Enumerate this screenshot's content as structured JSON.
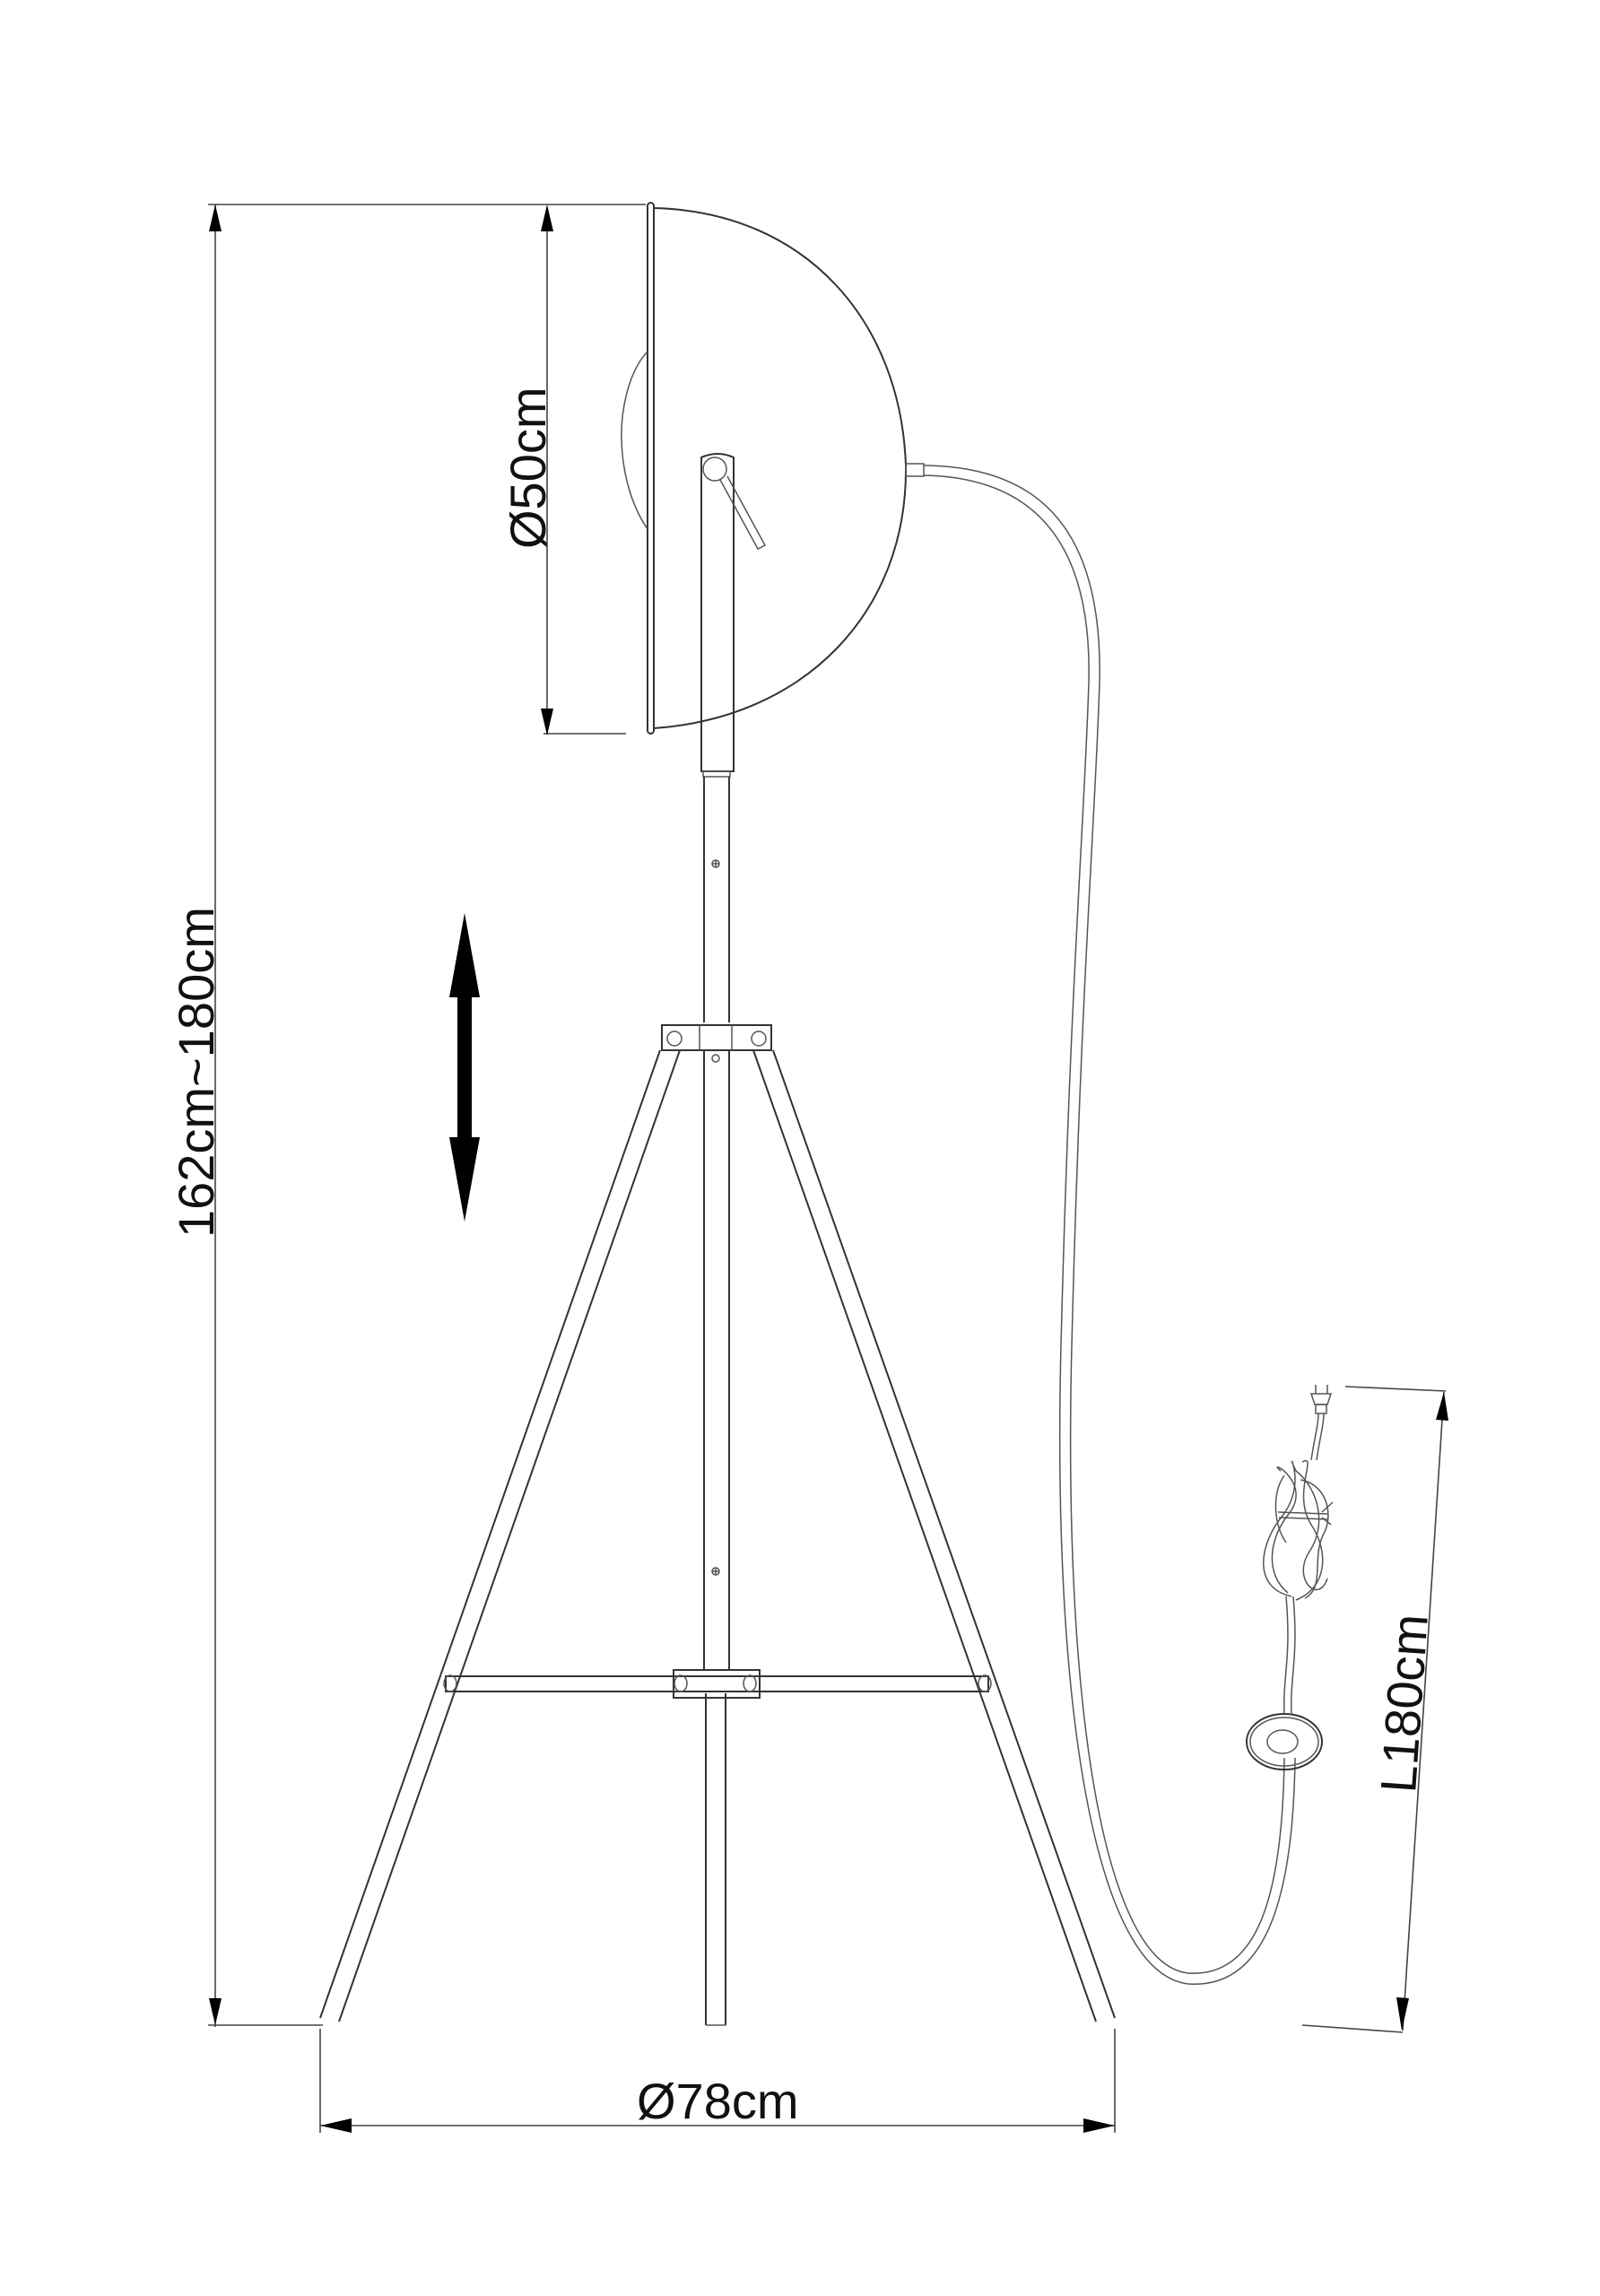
{
  "diagram": {
    "subject": "tripod floor lamp",
    "colors": {
      "line": "#333333",
      "arrow": "#000000",
      "background": "#ffffff"
    },
    "dimensions": {
      "height": {
        "label": "162cm~180cm"
      },
      "shade_diameter": {
        "label": "Ø50cm"
      },
      "base_diameter": {
        "label": "Ø78cm"
      },
      "cable_length": {
        "label": "L180cm"
      }
    },
    "symbols": {
      "height_adjust": "adjustable-height double arrow"
    }
  }
}
